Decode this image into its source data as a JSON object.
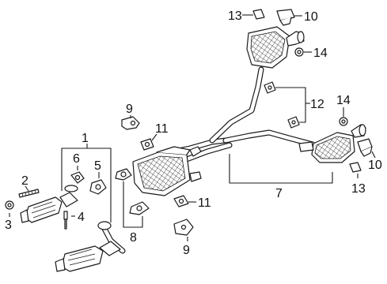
{
  "callouts": {
    "c1": "1",
    "c2": "2",
    "c3": "3",
    "c4": "4",
    "c5": "5",
    "c6": "6",
    "c7": "7",
    "c8": "8",
    "c9_top": "9",
    "c9_bottom": "9",
    "c10_top": "10",
    "c10_right": "10",
    "c11_top": "11",
    "c11_bottom": "11",
    "c12": "12",
    "c13_top": "13",
    "c13_bottom": "13",
    "c14_top": "14",
    "c14_right": "14"
  },
  "colors": {
    "line": "#1a1a1a",
    "background": "#ffffff"
  }
}
